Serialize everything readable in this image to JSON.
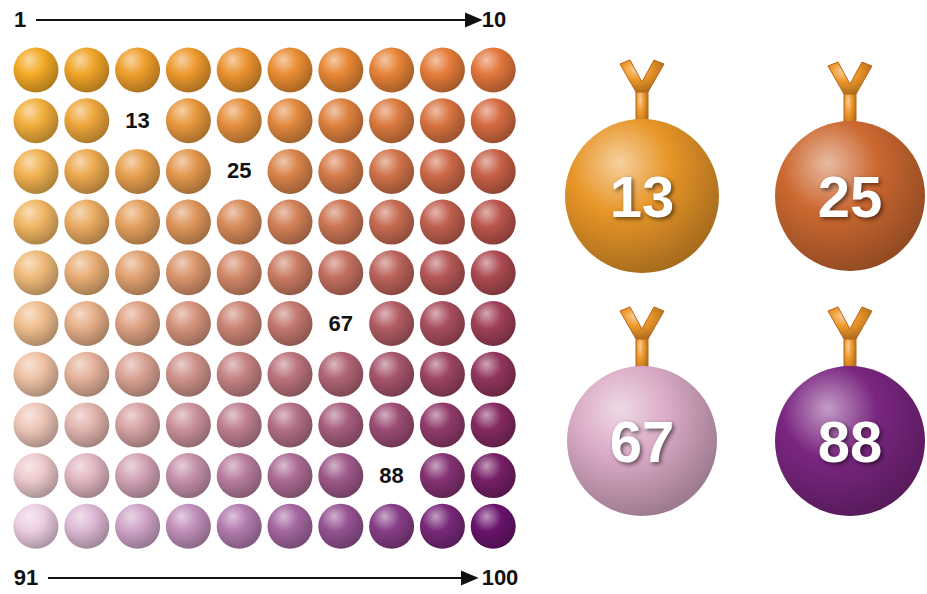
{
  "diagram": {
    "nodes": [
      {
        "text": [
          "13"
        ]
      },
      {
        "text": [
          "25"
        ]
      },
      {
        "text": [
          "67"
        ]
      },
      {
        "text": [
          "88"
        ]
      }
    ],
    "labels": [
      "1",
      "10",
      "13",
      "25",
      "67",
      "88",
      "91",
      "100"
    ]
  }
}
